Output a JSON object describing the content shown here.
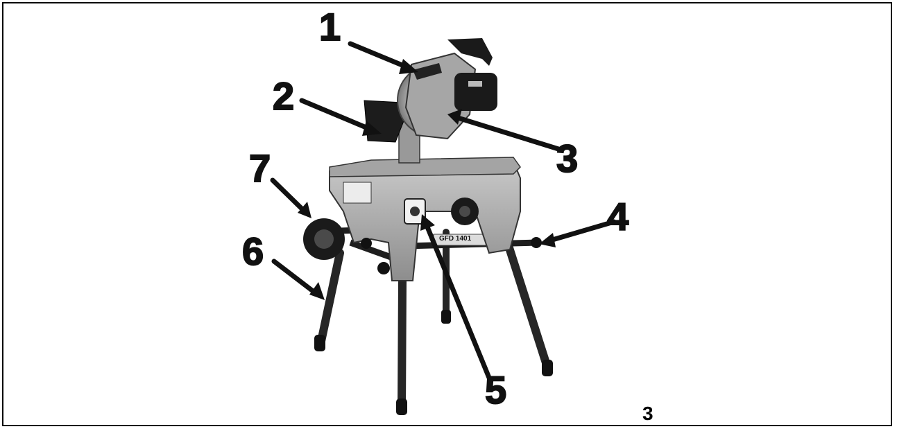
{
  "figure": {
    "callouts": [
      "1",
      "2",
      "3",
      "4",
      "5",
      "6",
      "7"
    ],
    "model_label": "GFD 1401"
  },
  "page_number": "3",
  "colors": {
    "frame": "#000000",
    "body_light": "#b8b8b8",
    "body_mid": "#8a8a8a",
    "dark": "#1f1f1f",
    "leg": "#2a2a2a"
  }
}
